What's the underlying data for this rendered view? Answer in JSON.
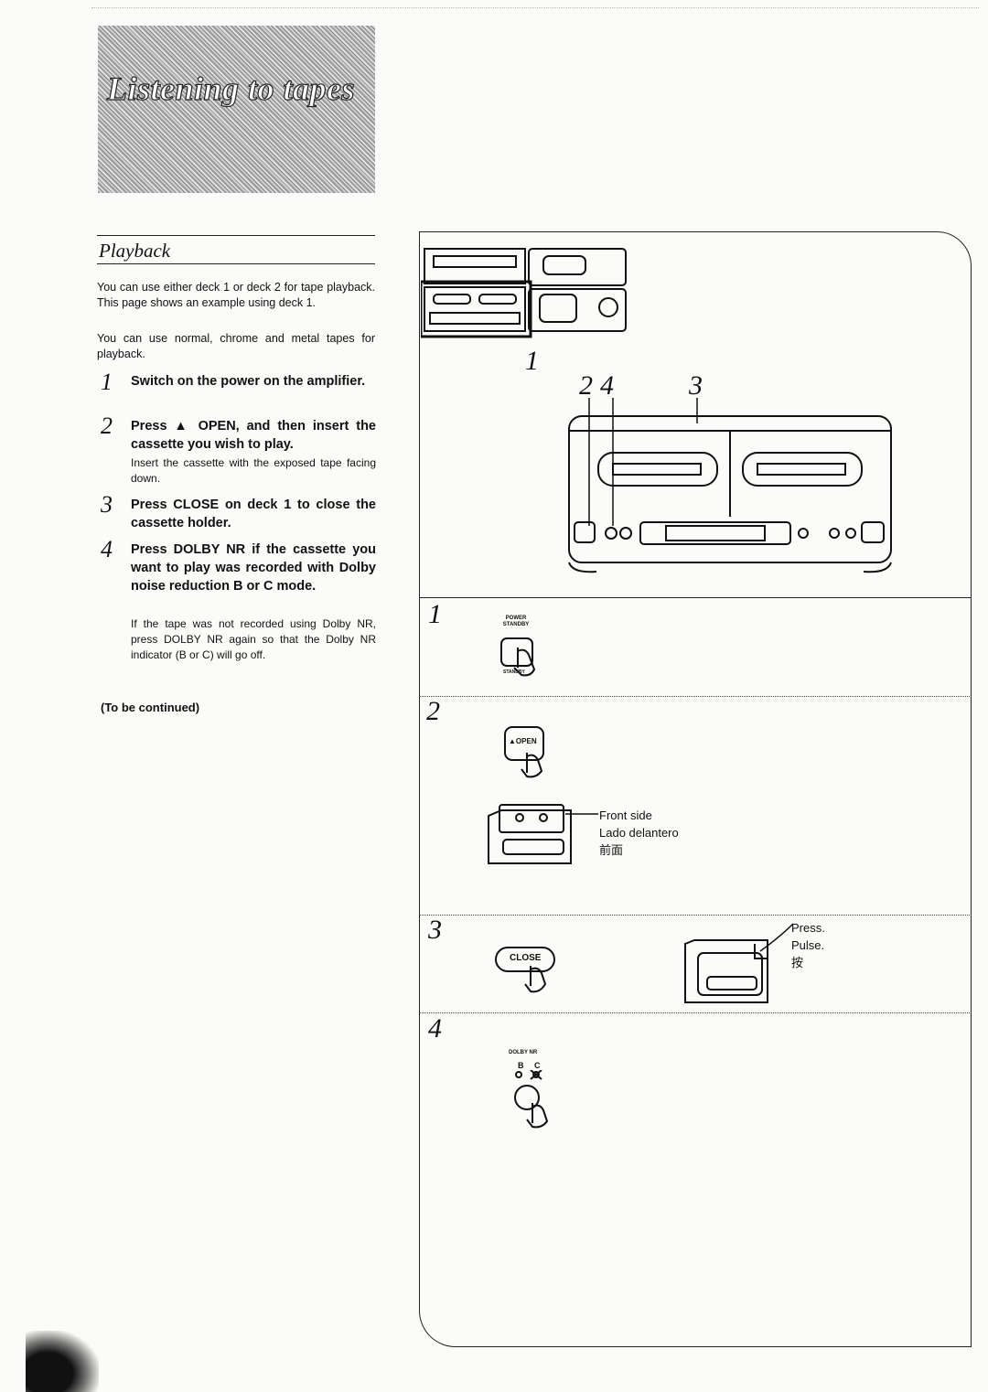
{
  "banner": {
    "title": "Listening to tapes"
  },
  "section": {
    "title": "Playback"
  },
  "intro": {
    "p1": "You can use either deck 1 or deck 2 for tape playback. This page shows an example using deck 1.",
    "p2": "You can use normal, chrome and metal tapes for playback."
  },
  "steps": [
    {
      "num": "1",
      "text": "Switch on the power on the amplifier.",
      "note": ""
    },
    {
      "num": "2",
      "text": "Press ▲ OPEN, and then insert the cassette you wish to play.",
      "note": "Insert the cassette with the exposed tape facing down."
    },
    {
      "num": "3",
      "text": "Press CLOSE on deck 1 to close the cassette holder.",
      "note": ""
    },
    {
      "num": "4",
      "text": "Press DOLBY NR if the cassette you want to play was recorded with Dolby noise reduction B or C mode.",
      "note": "If the tape was not recorded using Dolby NR, press DOLBY NR again so that the Dolby NR indicator (B or C) will go off."
    }
  ],
  "continued": "(To be continued)",
  "figure": {
    "callouts": {
      "c1": "1",
      "c2": "2",
      "c4": "4",
      "c3": "3"
    },
    "panel_steps": [
      "1",
      "2",
      "3",
      "4"
    ],
    "power_label_1": "POWER",
    "power_label_2": "STANDBY",
    "power_label_3": "STANDBY",
    "open_label": "▲OPEN",
    "close_label": "CLOSE",
    "front_side": [
      "Front side",
      "Lado delantero",
      "前面"
    ],
    "press_labels": [
      "Press.",
      "Pulse.",
      "按"
    ],
    "dolby_label": "DOLBY NR",
    "dolby_b": "B",
    "dolby_c": "C"
  }
}
